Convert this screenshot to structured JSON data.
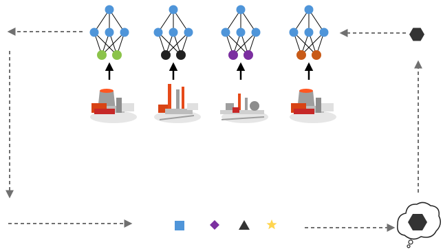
{
  "colors": {
    "node_blue": "#4f95d9",
    "client_outputs": [
      "#8bc34a",
      "#212121",
      "#7b2fa0",
      "#c85a17"
    ],
    "arrow_gray": "#707070",
    "hexagon": "#333333",
    "symbol_square": "#4f95d9",
    "symbol_diamond": "#7b2fa0",
    "symbol_triangle": "#333333",
    "symbol_star": "#ffd54f"
  },
  "clients": [
    {
      "output_color": "#8bc34a",
      "factory": "cooling-tower-factory"
    },
    {
      "output_color": "#212121",
      "factory": "chimney-factory"
    },
    {
      "output_color": "#7b2fa0",
      "factory": "refinery-factory"
    },
    {
      "output_color": "#c85a17",
      "factory": "cooling-tower-factory"
    }
  ],
  "aggregation_symbols": [
    "square",
    "diamond",
    "triangle",
    "star"
  ],
  "server_icon": "thought-cloud-hexagon",
  "global_model_icon": "hexagon"
}
